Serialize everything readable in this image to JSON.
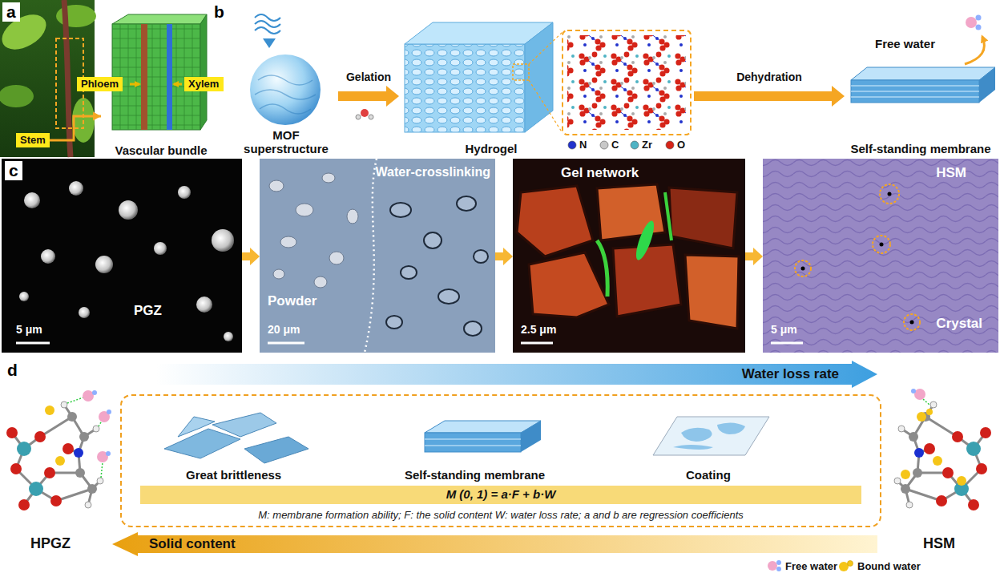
{
  "diagram": {
    "nodes": [
      {
        "text": [
          "Stem"
        ]
      },
      {
        "text": [
          "Vascular bundle"
        ]
      },
      {
        "text": [
          "Phloem"
        ]
      },
      {
        "text": [
          "Xylem"
        ]
      },
      {
        "text": [
          "MOF superstructure"
        ]
      },
      {
        "text": [
          "Hydrogel"
        ]
      },
      {
        "text": [
          "Self-standing membrane"
        ]
      },
      {
        "text": [
          "PGZ",
          "5 μm"
        ]
      },
      {
        "text": [
          "Powder",
          "Water-crosslinking",
          "20 μm"
        ]
      },
      {
        "text": [
          "Gel network",
          "2.5 μm"
        ]
      },
      {
        "text": [
          "HSM",
          "Crystal",
          "5 μm"
        ]
      },
      {
        "text": [
          "Water loss rate"
        ]
      },
      {
        "text": [
          "M: membrane formation ability; F: the solid content W: water loss rate; a and b are regression coefficients"
        ]
      },
      {
        "text": [
          "M (0, 1) = a·F + b·W"
        ],
        "in": 12
      },
      {
        "text": [
          "Solid content"
        ]
      }
    ],
    "edges": [
      {
        "from": 0,
        "to": 1,
        "arrow": "to"
      },
      {
        "from": 4,
        "to": 5,
        "arrow": "to",
        "label": "Gelation"
      },
      {
        "from": 5,
        "to": 6,
        "arrow": "to",
        "label": "Dehydration"
      },
      {
        "from": 7,
        "to": 8,
        "arrow": "to"
      },
      {
        "from": 8,
        "to": 9,
        "arrow": "to"
      },
      {
        "from": 9,
        "to": 10,
        "arrow": "to"
      }
    ],
    "labels": [
      "a",
      "b",
      "c",
      "d",
      "Free water",
      "Great brittleness",
      "Self-standing membrane",
      "Coating",
      "HPGZ",
      "HSM"
    ],
    "legend": [
      {
        "text": "N",
        "color": "#2233cc"
      },
      {
        "text": "C",
        "color": "#c8c8c8"
      },
      {
        "text": "Zr",
        "color": "#4fb3c4"
      },
      {
        "text": "O",
        "color": "#d62418"
      },
      {
        "text": "Free water"
      },
      {
        "text": "Bound water"
      }
    ]
  }
}
